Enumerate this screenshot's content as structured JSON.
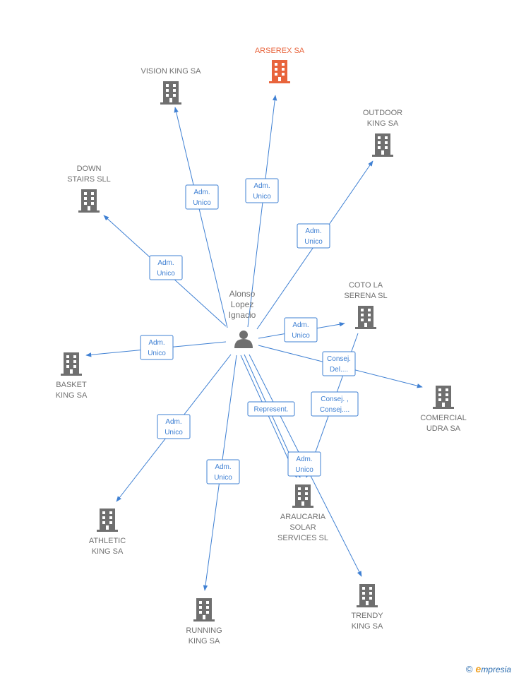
{
  "person": {
    "lines": [
      "Alonso",
      "Lopez",
      "Ignacio"
    ],
    "icon": "person-icon"
  },
  "companies": [
    {
      "id": "vision-king-sa",
      "lines": [
        "VISION KING SA"
      ],
      "highlight": false
    },
    {
      "id": "arserex-sa",
      "lines": [
        "ARSEREX SA"
      ],
      "highlight": true
    },
    {
      "id": "outdoor-king-sa",
      "lines": [
        "OUTDOOR",
        "KING SA"
      ],
      "highlight": false
    },
    {
      "id": "down-stairs-sll",
      "lines": [
        "DOWN",
        "STAIRS SLL"
      ],
      "highlight": false
    },
    {
      "id": "coto-la-serena-sl",
      "lines": [
        "COTO LA",
        "SERENA SL"
      ],
      "highlight": false
    },
    {
      "id": "basket-king-sa",
      "lines": [
        "BASKET",
        "KING SA"
      ],
      "highlight": false
    },
    {
      "id": "comercial-udra-sa",
      "lines": [
        "COMERCIAL",
        "UDRA SA"
      ],
      "highlight": false
    },
    {
      "id": "athletic-king-sa",
      "lines": [
        "ATHLETIC",
        "KING SA"
      ],
      "highlight": false
    },
    {
      "id": "araucaria-solar-services-sl",
      "lines": [
        "ARAUCARIA",
        "SOLAR",
        "SERVICES SL"
      ],
      "highlight": false
    },
    {
      "id": "running-king-sa",
      "lines": [
        "RUNNING",
        "KING SA"
      ],
      "highlight": false
    },
    {
      "id": "trendy-king-sa",
      "lines": [
        "TRENDY",
        "KING SA"
      ],
      "highlight": false
    }
  ],
  "edges": [
    {
      "to": "vision-king-sa",
      "lines": [
        "Adm.",
        "Unico"
      ]
    },
    {
      "to": "arserex-sa",
      "lines": [
        "Adm.",
        "Unico"
      ]
    },
    {
      "to": "outdoor-king-sa",
      "lines": [
        "Adm.",
        "Unico"
      ]
    },
    {
      "to": "down-stairs-sll",
      "lines": [
        "Adm.",
        "Unico"
      ]
    },
    {
      "to": "coto-la-serena-sl",
      "lines": [
        "Adm.",
        "Unico"
      ]
    },
    {
      "to": "basket-king-sa",
      "lines": [
        "Adm.",
        "Unico"
      ]
    },
    {
      "to": "comercial-udra-sa",
      "lines": [
        "Consej.",
        "Del...."
      ]
    },
    {
      "to": "athletic-king-sa",
      "lines": [
        "Adm.",
        "Unico"
      ]
    },
    {
      "to": "running-king-sa",
      "lines": [
        "Adm.",
        "Unico"
      ]
    },
    {
      "to": "araucaria-solar-services-sl",
      "lines": [
        "Represent."
      ]
    },
    {
      "to": "araucaria-solar-services-sl",
      "lines": [
        "Adm.",
        "Unico"
      ]
    },
    {
      "to": "trendy-king-sa",
      "lines": []
    },
    {
      "from": "coto-la-serena-sl",
      "to": "araucaria-solar-services-sl",
      "lines": [
        "Consej. ,",
        "Consej...."
      ]
    }
  ],
  "colors": {
    "edge": "#3f80d3",
    "building": "#6f6f6f",
    "highlight": "#e8643c",
    "label": "#707070"
  },
  "footer": {
    "copyright": "©",
    "brand_initial": "e",
    "brand_rest": "mpresia"
  }
}
